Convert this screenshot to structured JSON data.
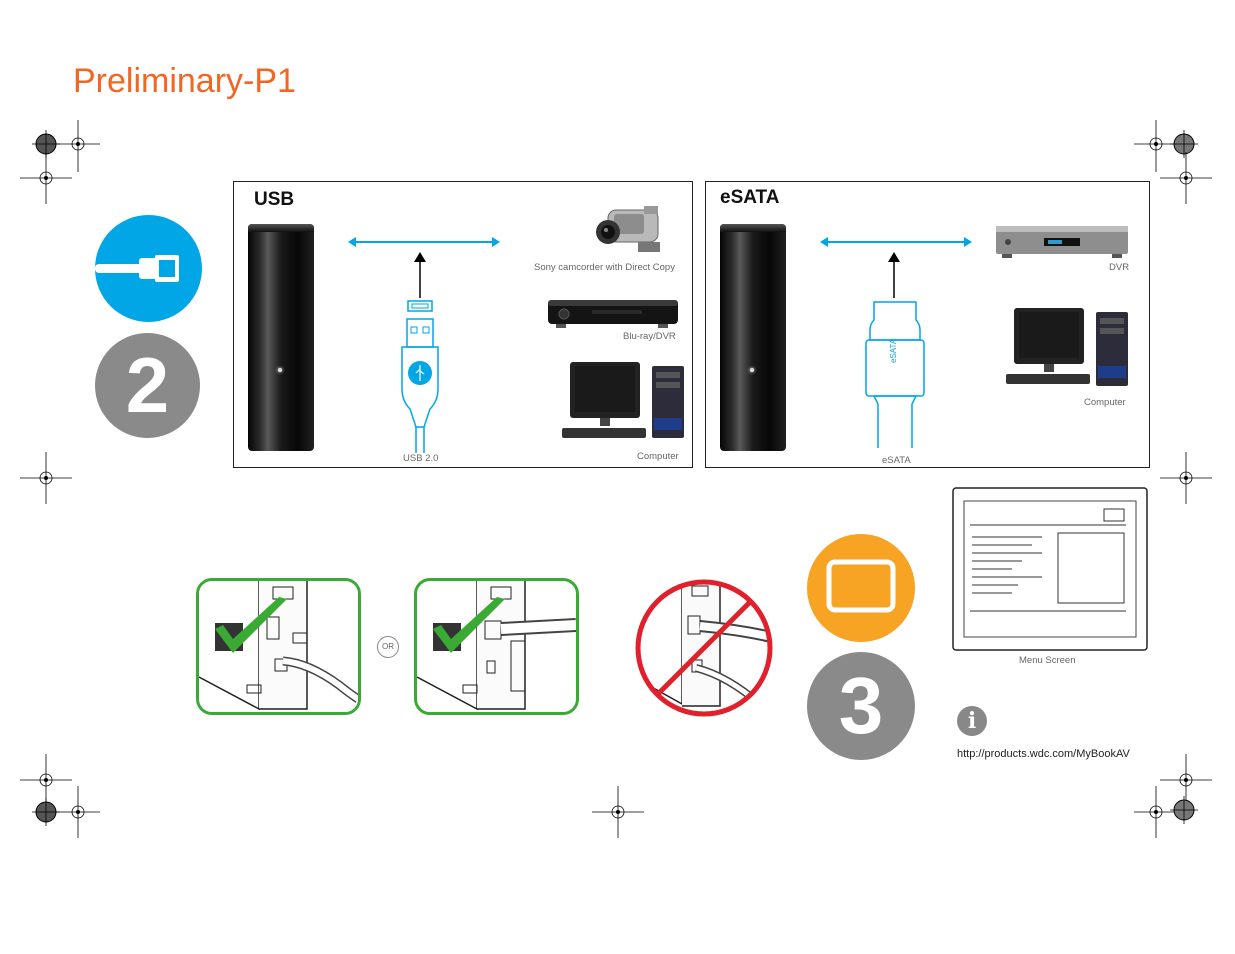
{
  "title": "Preliminary-P1",
  "usb_panel": {
    "heading": "USB",
    "cable_label": "USB 2.0",
    "devices": [
      {
        "label": "Sony camcorder with Direct Copy",
        "icon": "camcorder-icon"
      },
      {
        "label": "Blu-ray/DVR",
        "icon": "bluray-player-icon"
      },
      {
        "label": "Computer",
        "icon": "computer-icon"
      }
    ]
  },
  "esata_panel": {
    "heading": "eSATA",
    "cable_label": "eSATA",
    "connector_text": "eSATA",
    "devices": [
      {
        "label": "DVR",
        "icon": "dvr-icon"
      },
      {
        "label": "Computer",
        "icon": "computer-icon"
      }
    ]
  },
  "steps": {
    "step2": "2",
    "step3": "3"
  },
  "or_label": "OR",
  "menu_screen_label": "Menu Screen",
  "info_glyph": "i",
  "url": "http://products.wdc.com/MyBookAV",
  "colors": {
    "title": "#f26522",
    "usb_blue": "#00a6e6",
    "step_gray": "#8a8a8a",
    "tv_orange": "#f7a324",
    "check_green": "#3aaa35",
    "prohibit_red": "#e2202c"
  }
}
